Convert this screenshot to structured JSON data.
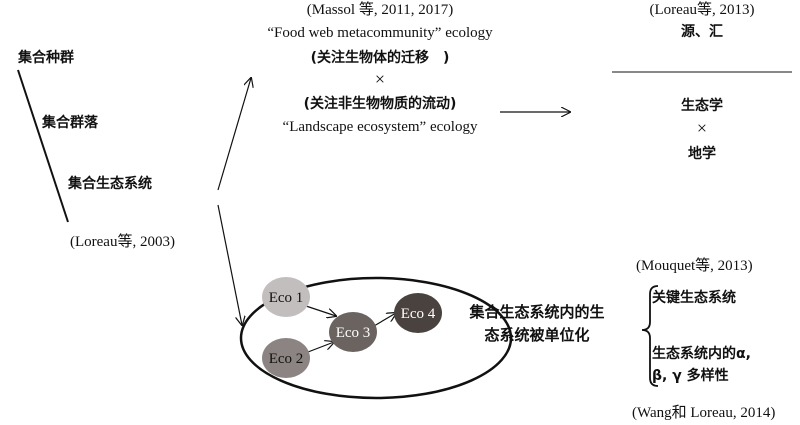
{
  "left": {
    "level1": "集合种群",
    "level2": "集合群落",
    "level3": "集合生态系统",
    "citation": "(Loreau等, 2003)"
  },
  "top_center": {
    "citation": "(Massol 等, 2011, 2017)",
    "food_web": "“Food web metacommunity” ecology",
    "focus_biotic": "(关注生物体的迁移　)",
    "times": "×",
    "focus_abiotic": "(关注非生物物质的流动)",
    "landscape": "“Landscape ecosystem” ecology"
  },
  "top_right": {
    "citation": "(Loreau等, 2013)",
    "source_sink": "源、汇",
    "ecology": "生态学",
    "times": "×",
    "geoscience": "地学"
  },
  "bottom": {
    "nodes": [
      {
        "label": "Eco 1",
        "color": "#c2bebd",
        "text_color": "#111111"
      },
      {
        "label": "Eco 2",
        "color": "#8c8482",
        "text_color": "#111111"
      },
      {
        "label": "Eco 3",
        "color": "#6b6360",
        "text_color": "#ffffff"
      },
      {
        "label": "Eco 4",
        "color": "#4a423f",
        "text_color": "#ffffff"
      }
    ],
    "caption_line1": "集合生态系统内的生",
    "caption_line2": "态系统被单位化"
  },
  "bottom_right": {
    "citation_top": "(Mouquet等, 2013)",
    "keystone": "关键生态系统",
    "diversity_line1": "生态系统内的α,",
    "diversity_line2": "β, γ 多样性",
    "citation_bottom": "(Wang和 Loreau, 2014)"
  }
}
